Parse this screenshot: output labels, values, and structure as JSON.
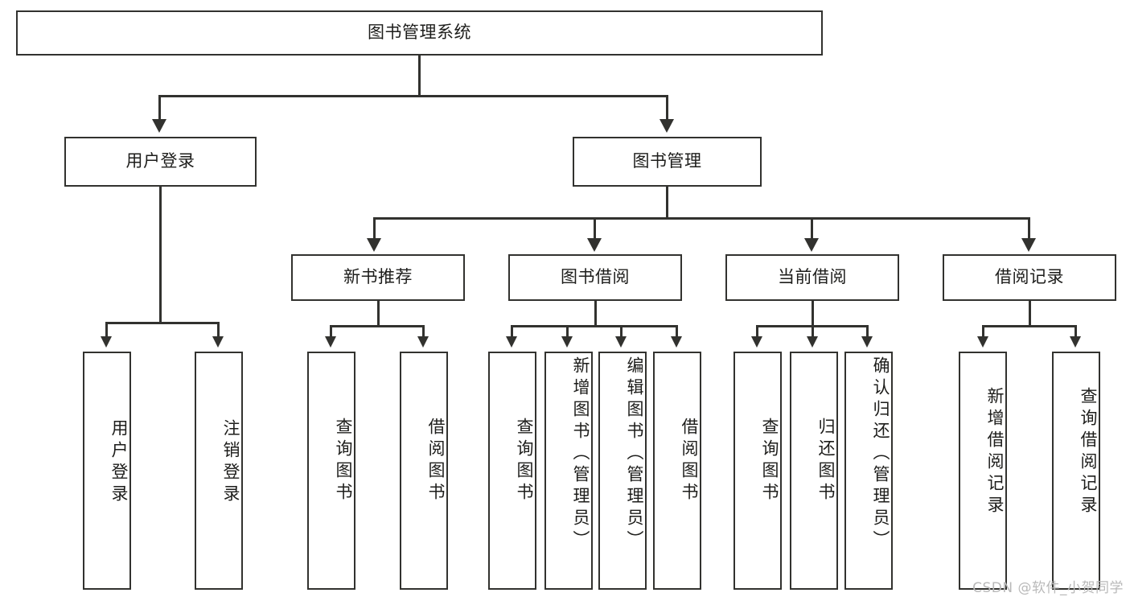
{
  "diagram": {
    "type": "tree-diagram",
    "root": {
      "label": "图书管理系统"
    },
    "level2": [
      {
        "label": "用户登录"
      },
      {
        "label": "图书管理"
      }
    ],
    "level3": [
      {
        "label": "新书推荐"
      },
      {
        "label": "图书借阅"
      },
      {
        "label": "当前借阅"
      },
      {
        "label": "借阅记录"
      }
    ],
    "leaves": {
      "user_login": [
        {
          "label": "用户登录"
        },
        {
          "label": "注销登录"
        }
      ],
      "new_book_recommend": [
        {
          "label": "查询图书"
        },
        {
          "label": "借阅图书"
        }
      ],
      "book_borrow": [
        {
          "label": "查询图书"
        },
        {
          "label": "新增图书（管理员）"
        },
        {
          "label": "编辑图书（管理员）"
        },
        {
          "label": "借阅图书"
        }
      ],
      "current_borrow": [
        {
          "label": "查询图书"
        },
        {
          "label": "归还图书"
        },
        {
          "label": "确认归还（管理员）"
        }
      ],
      "borrow_record": [
        {
          "label": "新增借阅记录"
        },
        {
          "label": "查询借阅记录"
        }
      ]
    }
  },
  "watermark": {
    "text": "CSDN @软件_小贺同学"
  },
  "colors": {
    "stroke": "#32322f",
    "fill": "#ffffff",
    "text": "#1d1d1b",
    "watermark": "#b9b9b9"
  }
}
